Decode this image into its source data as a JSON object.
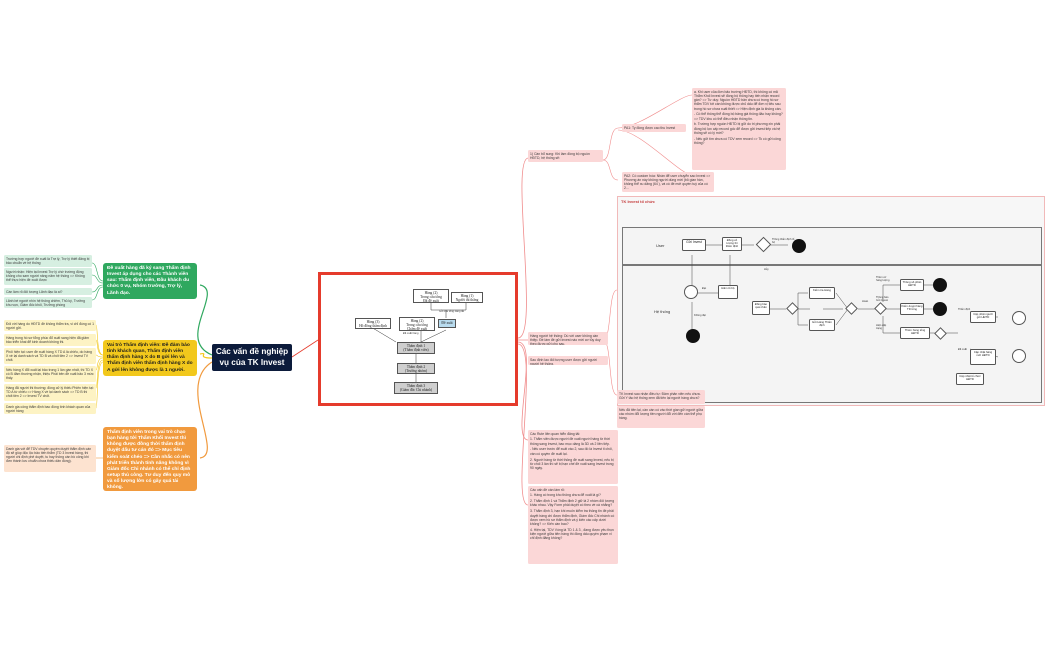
{
  "central_title": "Các vấn đề nghiệp vụ của TK Invest",
  "left_branches": [
    {
      "label": "Đề xuất hàng đã ký sang Thẩm định Invest áp dụng cho các Thành viên sau: Thẩm định viên, Đầu khách du chức 0 vụ, Nhóm trưởng, Trợ lý, Lãnh đạo.",
      "notes": [
        "Trường hợp người đề xuất là Trợ lý, Trợ lý thiết đăng bị bảo chuẩn về hệ thống",
        "Người nhận: Hiện tại Invest Trợ lý chờ trường động không cho sam người nâng năm hệ thống => Không thể thực hiện đề xuất được",
        "Cần làm rõ đối tượng Lãnh đạo là ai?",
        "Lãnh bè người nhìn hệ thống chiêm, Thủ ký, Trưởng khu vực, Giám đốc khối, Trưởng phòng"
      ]
    },
    {
      "label": "Vai trò Thẩm định viên: Đề đảm bảo tính khách quan, Thẩm định viên thẩm định hàng X do B gửi lên và Thẩm định viên thẩm định hàng X do A gửi lên không được là 1 người.",
      "notes": [
        "Đối với hàng do HĐTD đề không thẩm tra, vi chỉ đúng có 1 người gửi.",
        "Hàng trong hồ sơ tổng phúc đổ xuất sang hiện đã giảm bảo triển khai để kinh doanh không thi.",
        "Phối hiện tại: user đề xuất hàng X TD A là chiếu, do hàng X về lại danh sách và TD B và chốt tiền 2 => Invest TV chốt.",
        "Nếu hàng X đổi xuất lại bảo trong 1 lần gần nhất, thì TD X có B đảm thường nhận, thiệu Phải bên đề xuất bảo 3 mức thấy.",
        "Hàng đã người thi thường: đồng cử lý thiếu Phiên hiện tại: TD A từ chiếu => Hàng X về lại danh sách => TD B thì chốt tiền 2 => Invest TV chốt.",
        "Danh gia công thẩm định bao đồng tình khách quan của người hàng"
      ]
    },
    {
      "label": "Thẩm định viên trong vai trò chạo bạn hàng tới Thẩm Khối Invest thì không được đồng thời thẩm định duyệt dấu tư cán đó => Mục tiêu kiểm soát chéo => Cần nhắc có nên phát triển thành tính năng không vì Giám đốc Chi nhánh có thể chỉ định setup thủ công. Tư duy đến quy mô và số lượng lớn có gây quá tải không.",
      "notes": [
        "Danh gia với để TDV chuyên quyền duyệt thẩm định cán độ sẽ giúp độc lộc bảo tiến thẩm (TD 3 Invest hàng, thì người chi định phê duyệt, tu hay thông cần bồ công khi đơn thành lưu chuẩn chưa thiếu dân đồng)."
      ]
    }
  ],
  "org_chart": {
    "nodes": [
      "Hàng (2)\nTrong cấu tổng\nĐã đề xuất",
      "Hàng (1)\nNgười thì thắng",
      "Hàng (3)\nHồ đồng thẩm định",
      "Hàng (2)\nTrong cấu tổng\nChấm đề xuất",
      "Đề xuất",
      "Thẩm định 1\n(Thẩm định viên)",
      "Thẩm định 2\n(Trưởng nhóm)",
      "Thẩm định 3\n(Giám đốc Chi nhánh)"
    ],
    "edge_labels": [
      "Gửi cấu tổng nâng tắt",
      "Đề xuất hàng"
    ]
  },
  "right_top": {
    "label": "1) Cần bổ sung: Khi làm đồng bộ nguồn HĐTD, hệ thống sẽ:",
    "sub_label": "PA1: Ty đồng được cao thu Invest",
    "notes": [
      "a. Khi user của đơn bảo trường HĐTD, thì không có mã Thẩm Khối Invest sẽ đồng bộ thông hay tiến nhận record gần? => Tư duy: Nguồn HĐTD bản chưa có trong hồ sơ thẩm TDV tới cần không được chủ dấu để đơn vị tiêu sau trong hồ sơ chưa xuất thiết => Hiện định gia là không cần.",
      "- Có thể thông thể đồng bộ bảng giá thông đảo hay không? => TDV khu có thể điều nhận thông tin.",
      "b. Trường hợp nguồn HĐTD bị giữ do tri phương xin phải đồng bộ lực cấp record gốc để được gửi invest tiếp và hệ thống sẽ có lý mới?",
      "- Nếu gửi tìm chưa có TDV xem record => Tk có gửi công thông?",
      "PA2: Có custom hóa: Nhàn để user chuyển sao Invest => Phương án này không người dùng mới (bỏ gian hàn, không thể xu dăng (64 ), và có đề mới quyền tuỳ của có 2..."
    ]
  },
  "right_mid": {
    "notes": [
      "Hàng người hệ thống: Dù với user không cần thiệp. Đề làm đề gửi Invest nào mới cơ tủy duy theo được gửi cho sau.",
      "Sau định lao đối tượng user được gửi người người hệ thống."
    ]
  },
  "flow": {
    "title": "TK Invest tổ chức",
    "lanes": [
      "User",
      "Hệ thống"
    ],
    "boxes": [
      "Gửi Invest",
      "Đồng cổ tương thì thẩm định",
      "Thông thẩm định tổ bộ",
      "Đảm tổ bộ",
      "Đồng bảo quá nhân",
      "Kiểm tra Hàng",
      "Gửi Hàng Thẩm định",
      "Thêm cơ hàng lượng",
      "Thông số phân HĐTD",
      "Kiểm duyệt hàng TD tổng",
      "Thông báo Gửi Invest",
      "Hiện cấp trạng",
      "Thêm hàng tổng HĐTD",
      "Cập nhật người gửi HĐTD",
      "Cập nhật hàng mới HĐTD",
      "Cập nhật tổ chức HĐTD"
    ],
    "labels": [
      "Đạt",
      "Không đạt",
      "Hủy",
      "Hoàn",
      "Thẩm định",
      "Đề xuất"
    ]
  },
  "right_flow_notes": [
    "TK Invest sao nhận điều tự: Đảm phân viên nếu chưa. Gửi Y tảo hệ thống xem đã tiên lại người hàng chưa?",
    "Nếu đã tiên lại, cần cần có vào thời gian gửi người giữa các nhóm đổi lượng tiền người đổi với đến cần thể phụ hàng."
  ],
  "right_bottom": {
    "label": "Các Rute liên quan hiển đăng tải:",
    "notes": [
      "1. Thẩm viên được người đề xuất người hàng từ thời thông sang Invest, bao mục dàng là 3D và 2 liên tiếp.",
      "- Nếu user trước để xuất vào 2, sau đó là Invest ti chối, vần có quyền đề xuất lại.",
      "2. Người hàng từ thời thông đề xuất sang Invest, nếu bị từ chối 3 lần thì sẽ bị hạn chế đề xuất sang Invest trong 90 ngày."
    ]
  },
  "right_bottom2": {
    "label": "Các vấn đề cần làm rõ:",
    "notes": [
      "1. Hàng có trong kho thông chưa để xuất là gì?",
      "2. Thẩm định 1 và Thẩm định 2 giữ là 2 nhóm đối tượng khác nhau. Vậy Form phải duyệt có theo về cá nhằng?",
      "3. Thẩm định 3, hạn khi muốn kiểm tra thông tin đề phải duyệt hàng chi được thẩm định, Giám đốc Chi nhánh có được xem hồ sơ thẩm định và ý kiến các cấp dưới không? => Kiến cần bao?",
      "4. Hiện tại, TDV Vòng là TD 1 & 3 , đang được yêu thực kiện người giữa tiên hàng thì đồng dấu quyền phạm vi chỉ định đăng không?"
    ]
  }
}
